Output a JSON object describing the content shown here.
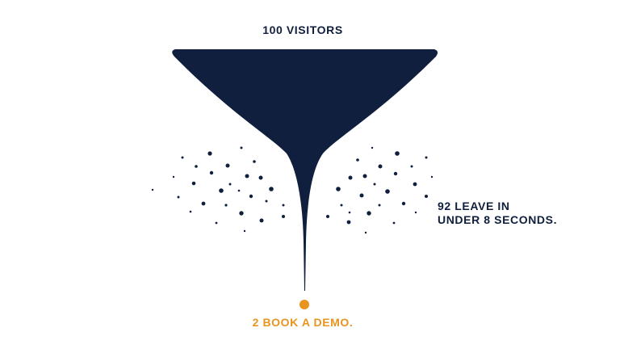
{
  "colors": {
    "navy": "#0f1f3d",
    "orange": "#e8941f"
  },
  "funnel": {
    "top_label": "100 VISITORS",
    "leave_label_line1": "92 LEAVE IN",
    "leave_label_line2": "UNDER 8 SECONDS.",
    "bottom_label": "2 BOOK A DEMO."
  }
}
